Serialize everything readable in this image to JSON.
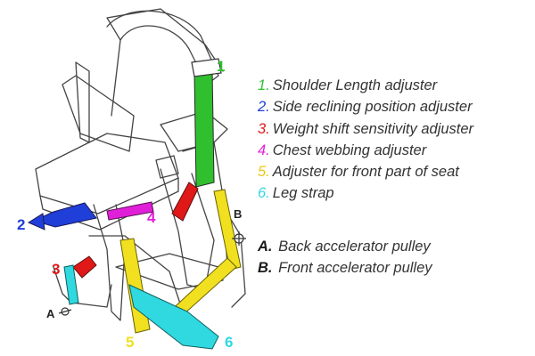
{
  "legend": [
    {
      "num": "1.",
      "text": "Shoulder Length adjuster",
      "color": "#2fbf2f"
    },
    {
      "num": "2.",
      "text": "Side reclining position adjuster",
      "color": "#1f3fd8"
    },
    {
      "num": "3.",
      "text": "Weight shift sensitivity adjuster",
      "color": "#e01818"
    },
    {
      "num": "4.",
      "text": "Chest webbing adjuster",
      "color": "#e020d8"
    },
    {
      "num": "5.",
      "text": "Adjuster for front part of seat",
      "color": "#f0e020"
    },
    {
      "num": "6.",
      "text": "Leg strap",
      "color": "#30d8e0"
    }
  ],
  "letters": [
    {
      "key": "A.",
      "text": "Back accelerator pulley"
    },
    {
      "key": "B.",
      "text": "Front accelerator pulley"
    }
  ],
  "callouts": {
    "n1": "1",
    "n2": "2",
    "n3": "3",
    "n4": "4",
    "n5": "5",
    "n6": "6",
    "a": "A",
    "b": "B"
  },
  "colors": {
    "outline": "#444444",
    "green": "#2fbf2f",
    "blue": "#1f3fd8",
    "red": "#e01818",
    "magenta": "#e020d8",
    "yellow": "#f0e020",
    "cyan": "#30d8e0"
  }
}
